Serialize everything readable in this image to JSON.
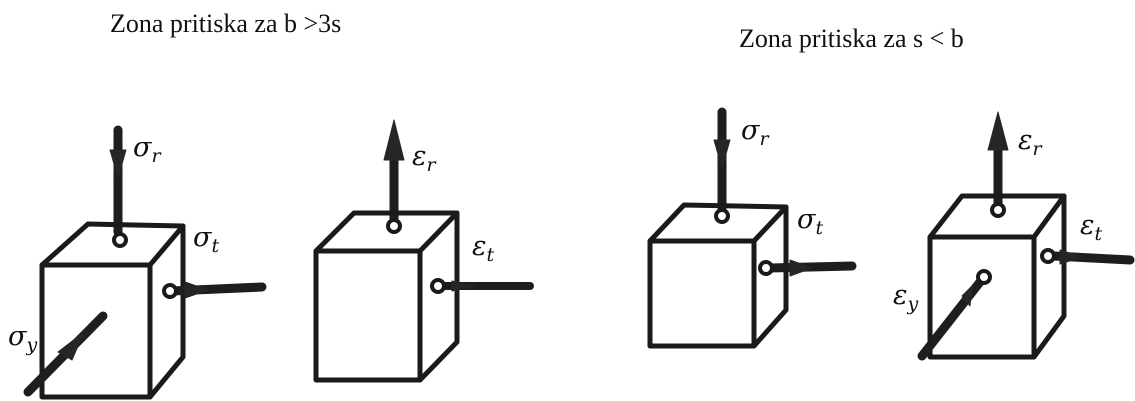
{
  "figure": {
    "panel_left": {
      "title": "Zona pritiska za b >3s",
      "cube_stress": {
        "labels": [
          {
            "symbol": "σ",
            "subscript": "r"
          },
          {
            "symbol": "σ",
            "subscript": "t"
          },
          {
            "symbol": "σ",
            "subscript": "y"
          }
        ]
      },
      "cube_strain": {
        "labels": [
          {
            "symbol": "ε",
            "subscript": "r"
          },
          {
            "symbol": "ε",
            "subscript": "t"
          }
        ]
      }
    },
    "panel_right": {
      "title": "Zona pritiska za s < b",
      "cube_stress": {
        "labels": [
          {
            "symbol": "σ",
            "subscript": "r"
          },
          {
            "symbol": "σ",
            "subscript": "t"
          }
        ]
      },
      "cube_strain": {
        "labels": [
          {
            "symbol": "ε",
            "subscript": "r"
          },
          {
            "symbol": "ε",
            "subscript": "t"
          },
          {
            "symbol": "ε",
            "subscript": "y"
          }
        ]
      }
    },
    "colors": {
      "ink": "#1a1a1a",
      "background": "#ffffff"
    }
  }
}
